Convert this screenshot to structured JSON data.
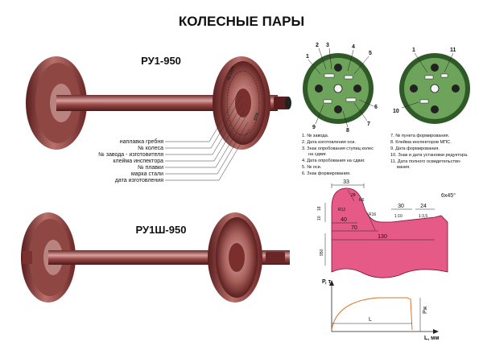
{
  "title": "КОЛЕСНЫЕ ПАРЫ",
  "models": {
    "top": "РУ1-950",
    "bottom": "РУ1Ш-950"
  },
  "axle_callouts": [
    "наплавка гребня",
    "№ колеса",
    "№ завода - изготовителя",
    "клейма инспектора",
    "№ плавки",
    "марка стали",
    "дата изготовления"
  ],
  "hub_stamp": {
    "left": "№ 1234",
    "right": "ОТК"
  },
  "axle_end_left": {
    "numbers": [
      "1",
      "2",
      "3",
      "4",
      "5",
      "6",
      "7",
      "8",
      "9"
    ]
  },
  "axle_end_right": {
    "numbers": [
      "1",
      "11",
      "10"
    ]
  },
  "legend_left": [
    "1. № завода.",
    "2. Дата изготовления оси.",
    "3. Знак опробования ступиц колес",
    "на сдвиг.",
    "4. Дата опробования на сдвиг.",
    "5. № оси.",
    "6. Знак формирования."
  ],
  "legend_right": [
    "7. № пункта формирования.",
    "8. Клейма инспекторов МПС.",
    "9. Дата формирования.",
    "10. Знак и дата установки редуктора.",
    "11. Дата полного освидетельство-",
    "вания."
  ],
  "profile": {
    "dims": {
      "d33": "33",
      "d28": "28",
      "d40": "40",
      "d70": "70",
      "d130": "130",
      "d30": "30",
      "d24": "24",
      "chamfer": "6x45°",
      "r12": "R12",
      "r6": "R6",
      "r16": "R16",
      "h18": "18",
      "h10": "10",
      "h950": "950",
      "slope1": "1:10",
      "slope2": "1:3,5"
    }
  },
  "graph": {
    "y_label": "P, т",
    "x_label": "L, мм",
    "x_mark": "L",
    "y_mark": "Рж"
  },
  "colors": {
    "wheel": "#8a3a3a",
    "wheel_light": "#c98a8a",
    "steel": "#b0b0b0",
    "plate": "#5f9d4e",
    "plate_dark": "#3f7034",
    "profile": "#e0507a",
    "curve": "#d9742a"
  }
}
